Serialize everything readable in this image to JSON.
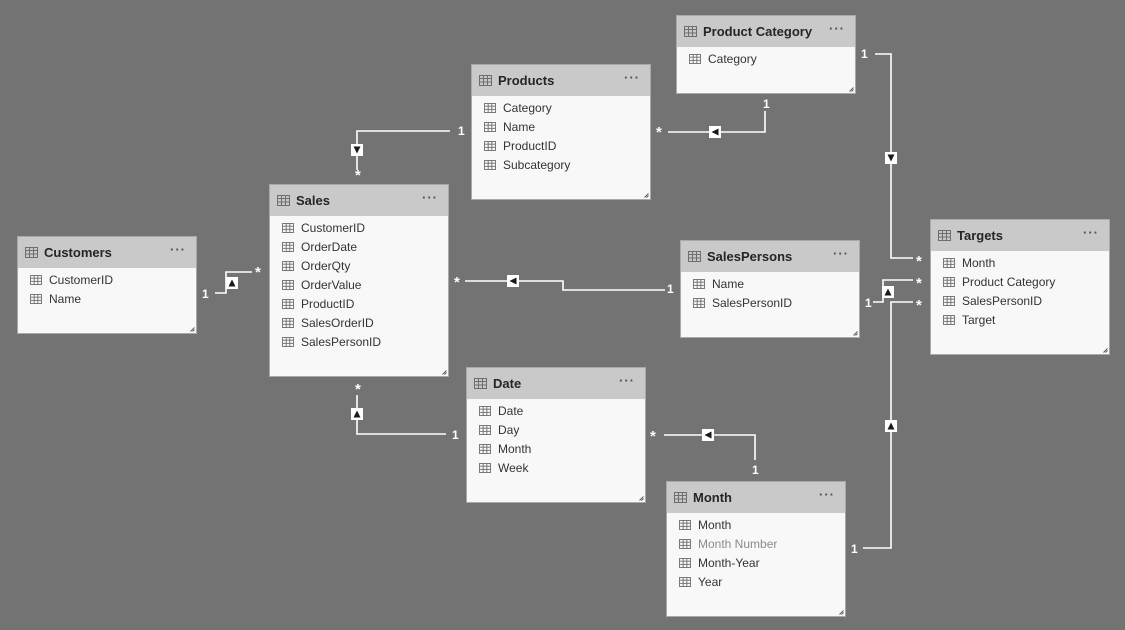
{
  "tables": [
    {
      "key": "product-category",
      "title": "Product Category",
      "more": "···",
      "fields": [
        {
          "name": "Category"
        }
      ]
    },
    {
      "key": "products",
      "title": "Products",
      "more": "···",
      "fields": [
        {
          "name": "Category"
        },
        {
          "name": "Name"
        },
        {
          "name": "ProductID"
        },
        {
          "name": "Subcategory"
        }
      ]
    },
    {
      "key": "sales",
      "title": "Sales",
      "more": "···",
      "fields": [
        {
          "name": "CustomerID"
        },
        {
          "name": "OrderDate"
        },
        {
          "name": "OrderQty"
        },
        {
          "name": "OrderValue"
        },
        {
          "name": "ProductID"
        },
        {
          "name": "SalesOrderID"
        },
        {
          "name": "SalesPersonID"
        }
      ]
    },
    {
      "key": "customers",
      "title": "Customers",
      "more": "···",
      "fields": [
        {
          "name": "CustomerID"
        },
        {
          "name": "Name"
        }
      ]
    },
    {
      "key": "salespersons",
      "title": "SalesPersons",
      "more": "···",
      "fields": [
        {
          "name": "Name"
        },
        {
          "name": "SalesPersonID"
        }
      ]
    },
    {
      "key": "targets",
      "title": "Targets",
      "more": "···",
      "fields": [
        {
          "name": "Month"
        },
        {
          "name": "Product Category"
        },
        {
          "name": "SalesPersonID"
        },
        {
          "name": "Target"
        }
      ]
    },
    {
      "key": "date",
      "title": "Date",
      "more": "···",
      "fields": [
        {
          "name": "Date"
        },
        {
          "name": "Day"
        },
        {
          "name": "Month"
        },
        {
          "name": "Week"
        }
      ]
    },
    {
      "key": "month",
      "title": "Month",
      "more": "···",
      "fields": [
        {
          "name": "Month"
        },
        {
          "name": "Month Number",
          "hidden": true
        },
        {
          "name": "Month-Year"
        },
        {
          "name": "Year"
        }
      ]
    }
  ],
  "relationships": [
    {
      "key": "customers-sales",
      "from": "Customers",
      "to": "Sales",
      "from_cardinality": "1",
      "to_cardinality": "*",
      "filter_arrow": "up-icon"
    },
    {
      "key": "products-sales",
      "from": "Products",
      "to": "Sales",
      "from_cardinality": "1",
      "to_cardinality": "*",
      "filter_arrow": "down-icon"
    },
    {
      "key": "productcategory-products",
      "from": "Product Category",
      "to": "Products",
      "from_cardinality": "1",
      "to_cardinality": "*",
      "filter_arrow": "left-icon"
    },
    {
      "key": "productcategory-targets",
      "from": "Product Category",
      "to": "Targets",
      "from_cardinality": "1",
      "to_cardinality": "*",
      "filter_arrow": "down-icon"
    },
    {
      "key": "salespersons-sales",
      "from": "SalesPersons",
      "to": "Sales",
      "from_cardinality": "1",
      "to_cardinality": "*",
      "filter_arrow": "left-icon"
    },
    {
      "key": "salespersons-targets",
      "from": "SalesPersons",
      "to": "Targets",
      "from_cardinality": "1",
      "to_cardinality": "*",
      "filter_arrow": "up-icon"
    },
    {
      "key": "date-sales",
      "from": "Date",
      "to": "Sales",
      "from_cardinality": "1",
      "to_cardinality": "*",
      "filter_arrow": "up-icon"
    },
    {
      "key": "month-date",
      "from": "Month",
      "to": "Date",
      "from_cardinality": "1",
      "to_cardinality": "*",
      "filter_arrow": "left-icon"
    },
    {
      "key": "month-targets",
      "from": "Month",
      "to": "Targets",
      "from_cardinality": "1",
      "to_cardinality": "*",
      "filter_arrow": "up-icon"
    }
  ],
  "colors": {
    "canvas": "#737373",
    "table_header": "#c9c9c9",
    "table_body": "#f8f8f8",
    "line": "#ffffff"
  }
}
